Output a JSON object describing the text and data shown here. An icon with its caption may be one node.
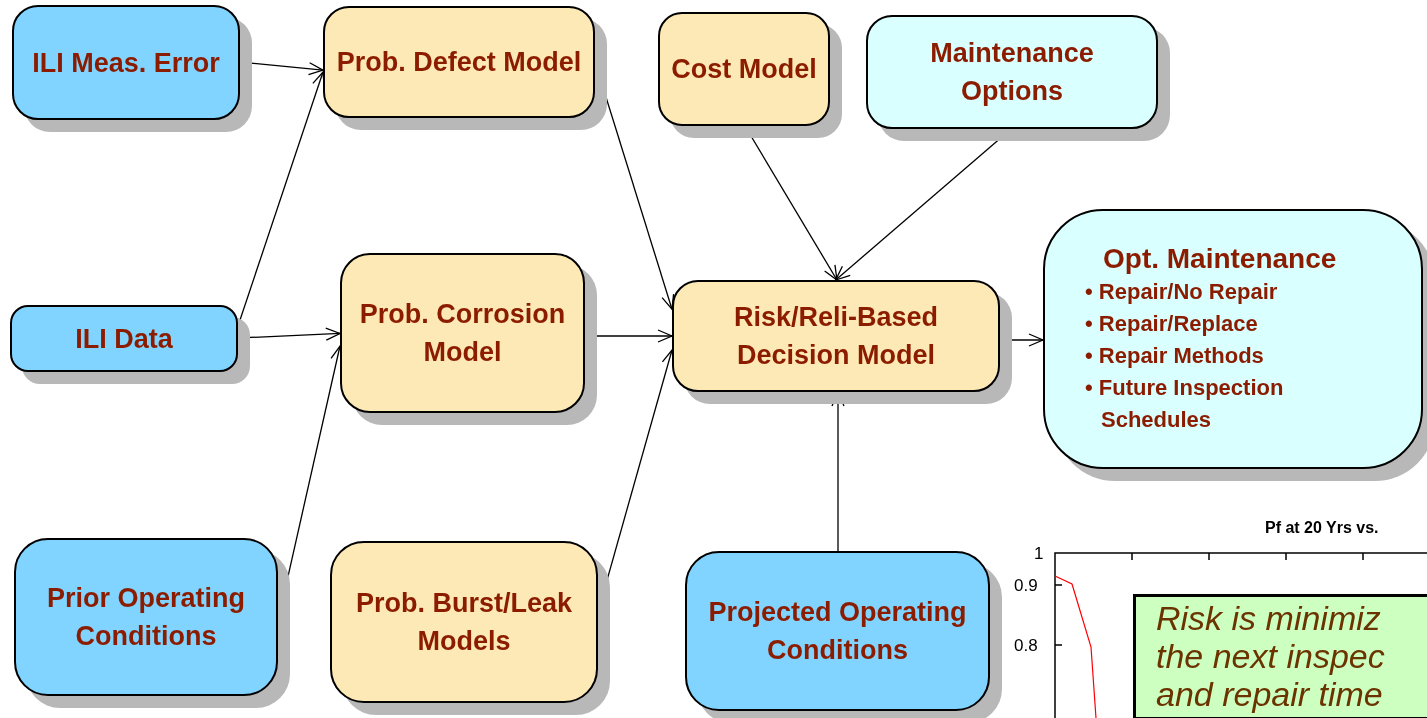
{
  "diagram": {
    "nodes": [
      {
        "text": [
          "ILI Meas. Error"
        ]
      },
      {
        "text": [
          "Prob. Defect Model"
        ]
      },
      {
        "text": [
          "Cost Model"
        ]
      },
      {
        "text": [
          "Maintenance Options"
        ]
      },
      {
        "text": [
          "ILI Data"
        ]
      },
      {
        "text": [
          "Prob. Corrosion Model"
        ]
      },
      {
        "text": [
          "Risk/Reli-Based Decision Model"
        ]
      },
      {
        "text": [
          "Opt. Maintenance",
          "• Repair/No Repair",
          "• Repair/Replace",
          "• Repair Methods",
          "• Future Inspection Schedules"
        ]
      },
      {
        "text": [
          "Prior Operating Conditions"
        ]
      },
      {
        "text": [
          "Prob. Burst/Leak Models"
        ]
      },
      {
        "text": [
          "Projected Operating Conditions"
        ]
      },
      {
        "text": [
          "Risk is minimiz the next inspec and repair time"
        ]
      }
    ],
    "edges": [
      {
        "from": 0,
        "to": 1,
        "arrow": "to"
      },
      {
        "from": 4,
        "to": 1,
        "arrow": "to"
      },
      {
        "from": 4,
        "to": 5,
        "arrow": "to"
      },
      {
        "from": 8,
        "to": 5,
        "arrow": "to"
      },
      {
        "from": 1,
        "to": 6,
        "arrow": "to"
      },
      {
        "from": 5,
        "to": 6,
        "arrow": "to"
      },
      {
        "from": 9,
        "to": 6,
        "arrow": "to"
      },
      {
        "from": 2,
        "to": 6,
        "arrow": "to"
      },
      {
        "from": 3,
        "to": 6,
        "arrow": "to"
      },
      {
        "from": 10,
        "to": 6,
        "arrow": "to"
      },
      {
        "from": 6,
        "to": 7,
        "arrow": "to"
      }
    ],
    "labels": [
      "Pf at 20 Yrs vs.",
      "1",
      "0.9",
      "0.8"
    ]
  }
}
